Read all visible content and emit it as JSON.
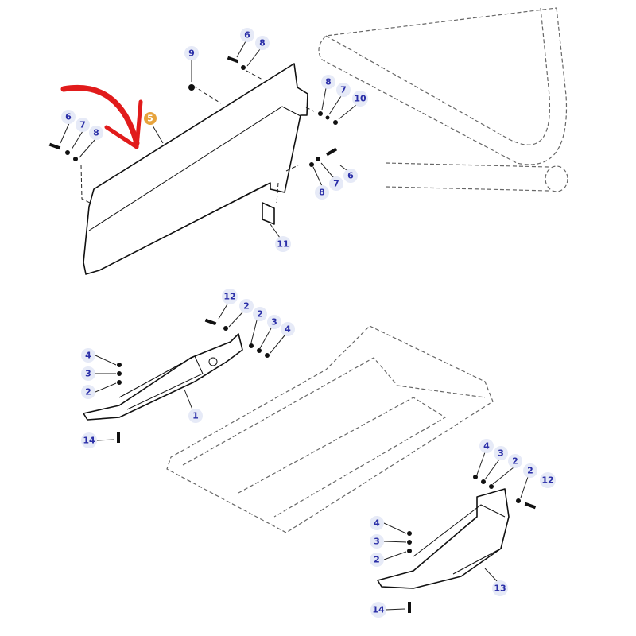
{
  "diagram": {
    "highlight_color": "#e7a33c",
    "arrow_color": "#e11b1b",
    "callout_text_color": "#2b2fa8",
    "callouts": [
      "9",
      "6",
      "8",
      "8",
      "7",
      "10",
      "6",
      "7",
      "8",
      "5",
      "6",
      "7",
      "8",
      "11",
      "12",
      "2",
      "2",
      "3",
      "4",
      "4",
      "3",
      "2",
      "1",
      "14",
      "4",
      "3",
      "2",
      "2",
      "12",
      "4",
      "3",
      "2",
      "13",
      "14"
    ],
    "highlighted_part": "5"
  }
}
